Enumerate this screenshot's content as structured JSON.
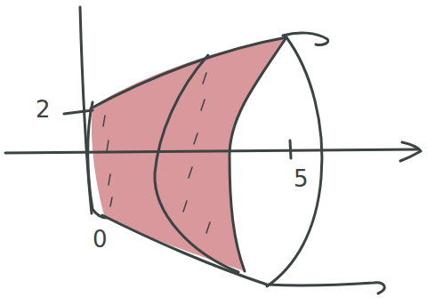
{
  "diagram": {
    "labels": [
      "2",
      "5",
      "0"
    ]
  }
}
